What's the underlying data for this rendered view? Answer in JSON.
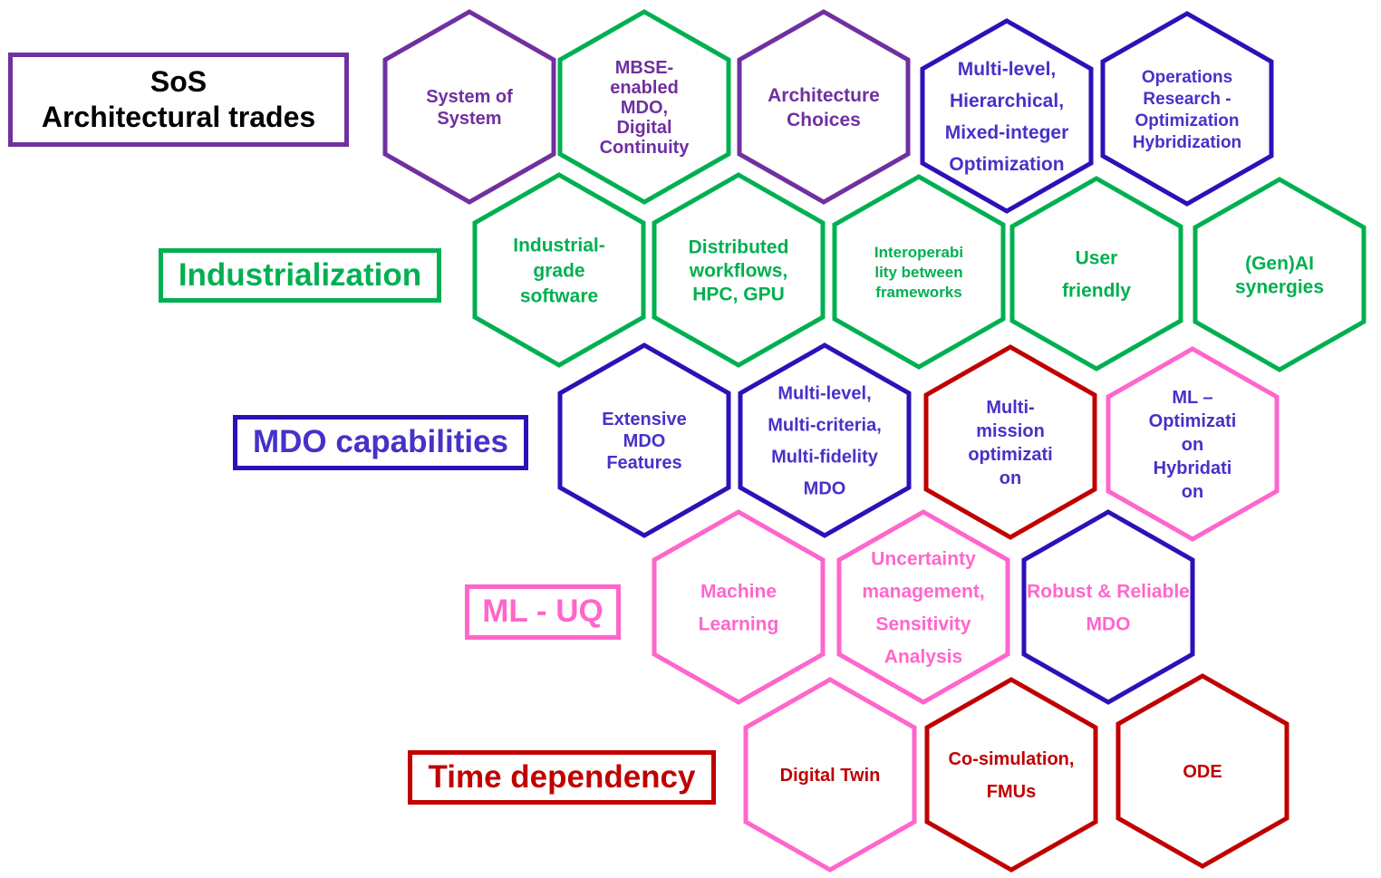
{
  "colors": {
    "purple": "#7030a0",
    "green": "#00b050",
    "blue": "#2e10b8",
    "bluetext": "#4632c8",
    "pink": "#ff66cc",
    "red": "#c00000",
    "black": "#000000"
  },
  "categories": {
    "sos": {
      "text": "SoS\nArchitectural trades"
    },
    "industrialization": {
      "text": "Industrialization"
    },
    "mdo": {
      "text": "MDO capabilities"
    },
    "mluq": {
      "text": "ML - UQ"
    },
    "time": {
      "text": "Time dependency"
    }
  },
  "hexagons": [
    {
      "id": "system-of-system",
      "lines": [
        "System of",
        "System"
      ]
    },
    {
      "id": "mbse-enabled-mdo",
      "lines": [
        "MBSE-",
        "enabled",
        "MDO,",
        "Digital",
        "Continuity"
      ]
    },
    {
      "id": "architecture-choices",
      "lines": [
        "Architecture",
        "Choices"
      ]
    },
    {
      "id": "multi-level-hierarchical",
      "lines": [
        "Multi-level,",
        "Hierarchical,",
        "Mixed-integer",
        "Optimization"
      ]
    },
    {
      "id": "operations-research",
      "lines": [
        "Operations",
        "Research -",
        "Optimization",
        "Hybridization"
      ]
    },
    {
      "id": "industrial-grade-software",
      "lines": [
        "Industrial-",
        "grade",
        "software"
      ]
    },
    {
      "id": "distributed-workflows",
      "lines": [
        "Distributed",
        "workflows,",
        "HPC, GPU"
      ]
    },
    {
      "id": "interoperability",
      "lines": [
        "Interoperabi",
        "lity between",
        "frameworks"
      ]
    },
    {
      "id": "user-friendly",
      "lines": [
        "User",
        "friendly"
      ]
    },
    {
      "id": "genai-synergies",
      "lines": [
        "(Gen)AI",
        "synergies"
      ]
    },
    {
      "id": "extensive-mdo-features",
      "lines": [
        "Extensive",
        "MDO",
        "Features"
      ]
    },
    {
      "id": "multi-level-multi-criteria",
      "lines": [
        "Multi-level,",
        "Multi-criteria,",
        "Multi-fidelity",
        "MDO"
      ]
    },
    {
      "id": "multi-mission-optimization",
      "lines": [
        "Multi-",
        "mission",
        "optimizati",
        "on"
      ]
    },
    {
      "id": "ml-optimization-hybridation",
      "lines": [
        "ML –",
        "Optimizati",
        "on",
        "Hybridati",
        "on"
      ]
    },
    {
      "id": "machine-learning",
      "lines": [
        "Machine",
        "Learning"
      ]
    },
    {
      "id": "uncertainty-management",
      "lines": [
        "Uncertainty",
        "management,",
        "Sensitivity",
        "Analysis"
      ]
    },
    {
      "id": "robust-reliable-mdo",
      "lines": [
        "Robust & Reliable",
        "MDO"
      ]
    },
    {
      "id": "digital-twin",
      "lines": [
        "Digital Twin"
      ]
    },
    {
      "id": "co-simulation-fmus",
      "lines": [
        "Co-simulation,",
        "FMUs"
      ]
    },
    {
      "id": "ode",
      "lines": [
        "ODE"
      ]
    }
  ]
}
